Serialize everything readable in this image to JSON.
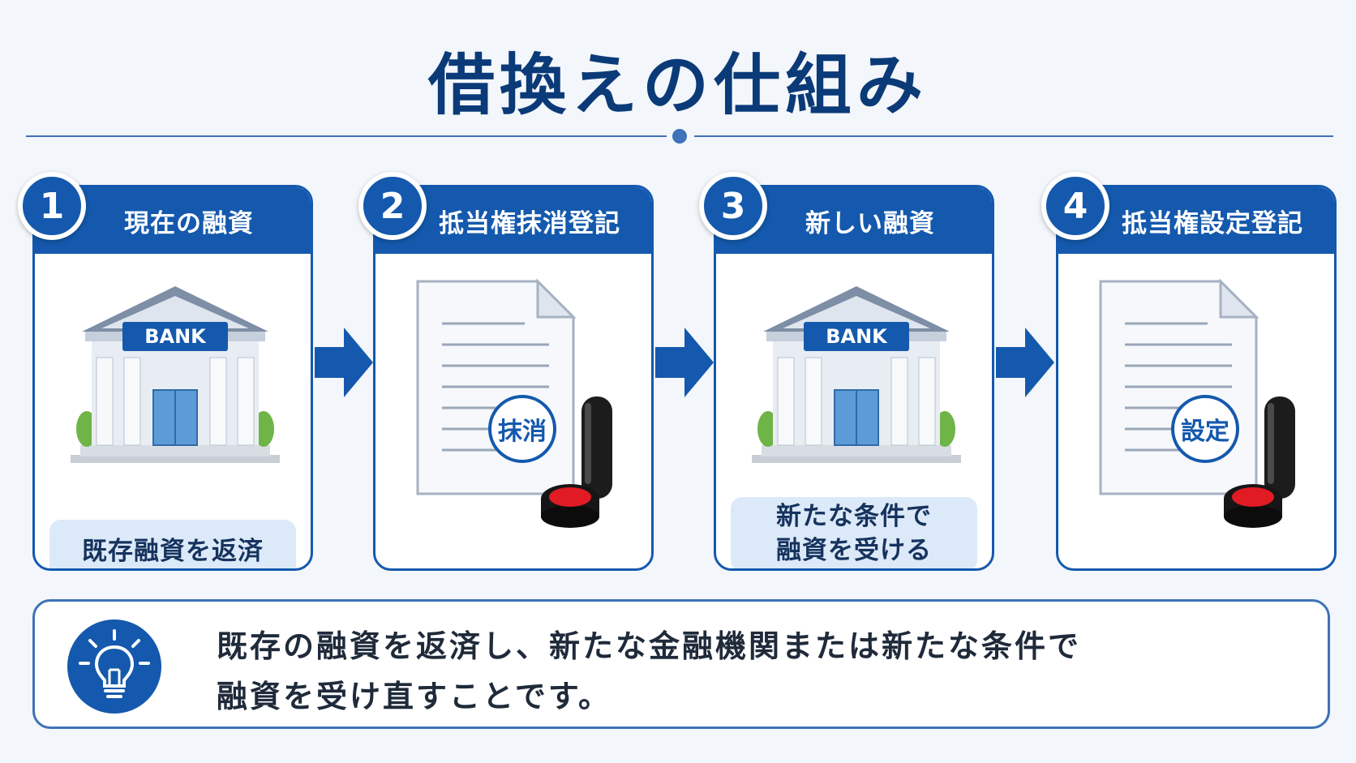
{
  "title": "借換えの仕組み",
  "steps": [
    {
      "number": "1",
      "label": "現在の融資",
      "caption": "既存融資を返済",
      "sign": "BANK"
    },
    {
      "number": "2",
      "label": "抵当権抹消登記",
      "stamp": "抹消"
    },
    {
      "number": "3",
      "label": "新しい融資",
      "caption_line1": "新たな条件で",
      "caption_line2": "融資を受ける",
      "sign": "BANK"
    },
    {
      "number": "4",
      "label": "抵当権設定登記",
      "stamp": "設定"
    }
  ],
  "note": {
    "line1": "既存の融資を返済し、新たな金融機関または新たな条件で",
    "line2": "融資を受け直すことです。"
  },
  "colors": {
    "primary": "#1459ad",
    "title": "#0b3a78",
    "caption_bg": "#dce9f8",
    "stamp_ink": "#e01b24"
  },
  "icons": [
    "bank-icon",
    "document-icon",
    "seal-stamp-icon",
    "right-arrow-icon",
    "lightbulb-icon"
  ]
}
